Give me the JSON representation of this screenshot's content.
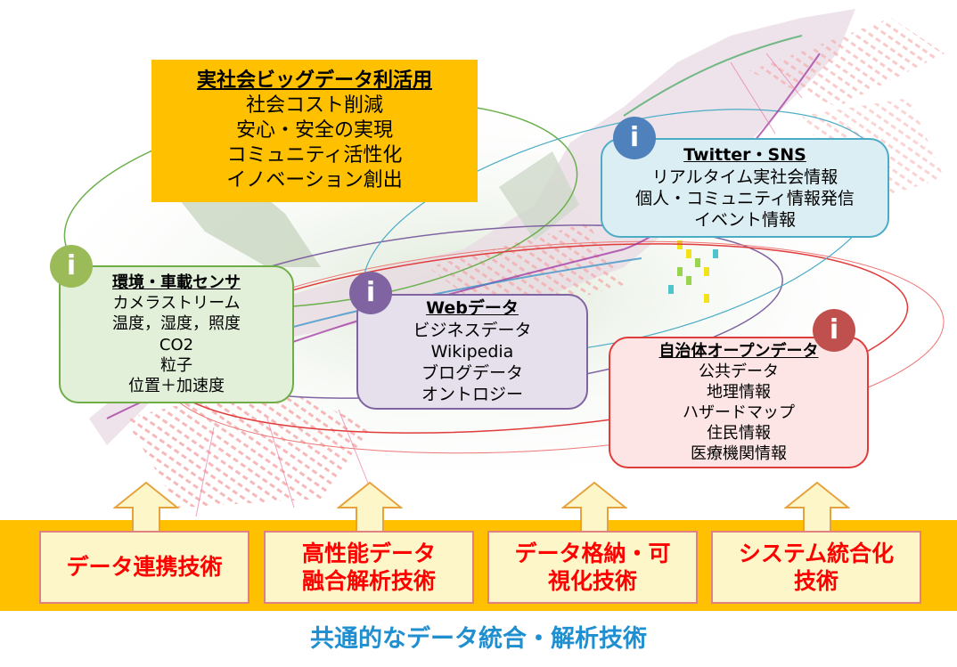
{
  "top_box": {
    "title": "実社会ビッグデータ利活用",
    "lines": [
      "社会コスト削減",
      "安心・安全の実現",
      "コミュニティ活性化",
      "イノベーション創出"
    ]
  },
  "sources": {
    "environment": {
      "icon": "i",
      "title": "環境・車載センサ",
      "lines": [
        "カメラストリーム",
        "温度，湿度，照度",
        "CO2",
        "粒子",
        "位置＋加速度"
      ]
    },
    "web": {
      "icon": "i",
      "title": "Webデータ",
      "lines": [
        "ビジネスデータ",
        "Wikipedia",
        "ブログデータ",
        "オントロジー"
      ]
    },
    "sns": {
      "icon": "i",
      "title": "Twitter・SNS",
      "lines": [
        "リアルタイム実社会情報",
        "個人・コミュニティ情報発信",
        "イベント情報"
      ]
    },
    "government": {
      "icon": "i",
      "title": "自治体オープンデータ",
      "lines": [
        "公共データ",
        "地理情報",
        "ハザードマップ",
        "住民情報",
        "医療機関情報"
      ]
    }
  },
  "technologies": [
    {
      "line1": "データ連携技術",
      "line2": ""
    },
    {
      "line1": "高性能データ",
      "line2": "融合解析技術"
    },
    {
      "line1": "データ格納・可",
      "line2": "視化技術"
    },
    {
      "line1": "システム統合化",
      "line2": "技術"
    }
  ],
  "footer": "共通的なデータ統合・解析技術",
  "colors": {
    "gold": "#ffc000",
    "green": "#9bbb59",
    "purple": "#8064a2",
    "blue": "#4f81bd",
    "red": "#c0504d",
    "tech_text": "#ff0000",
    "footer_text": "#1f8fd0"
  }
}
